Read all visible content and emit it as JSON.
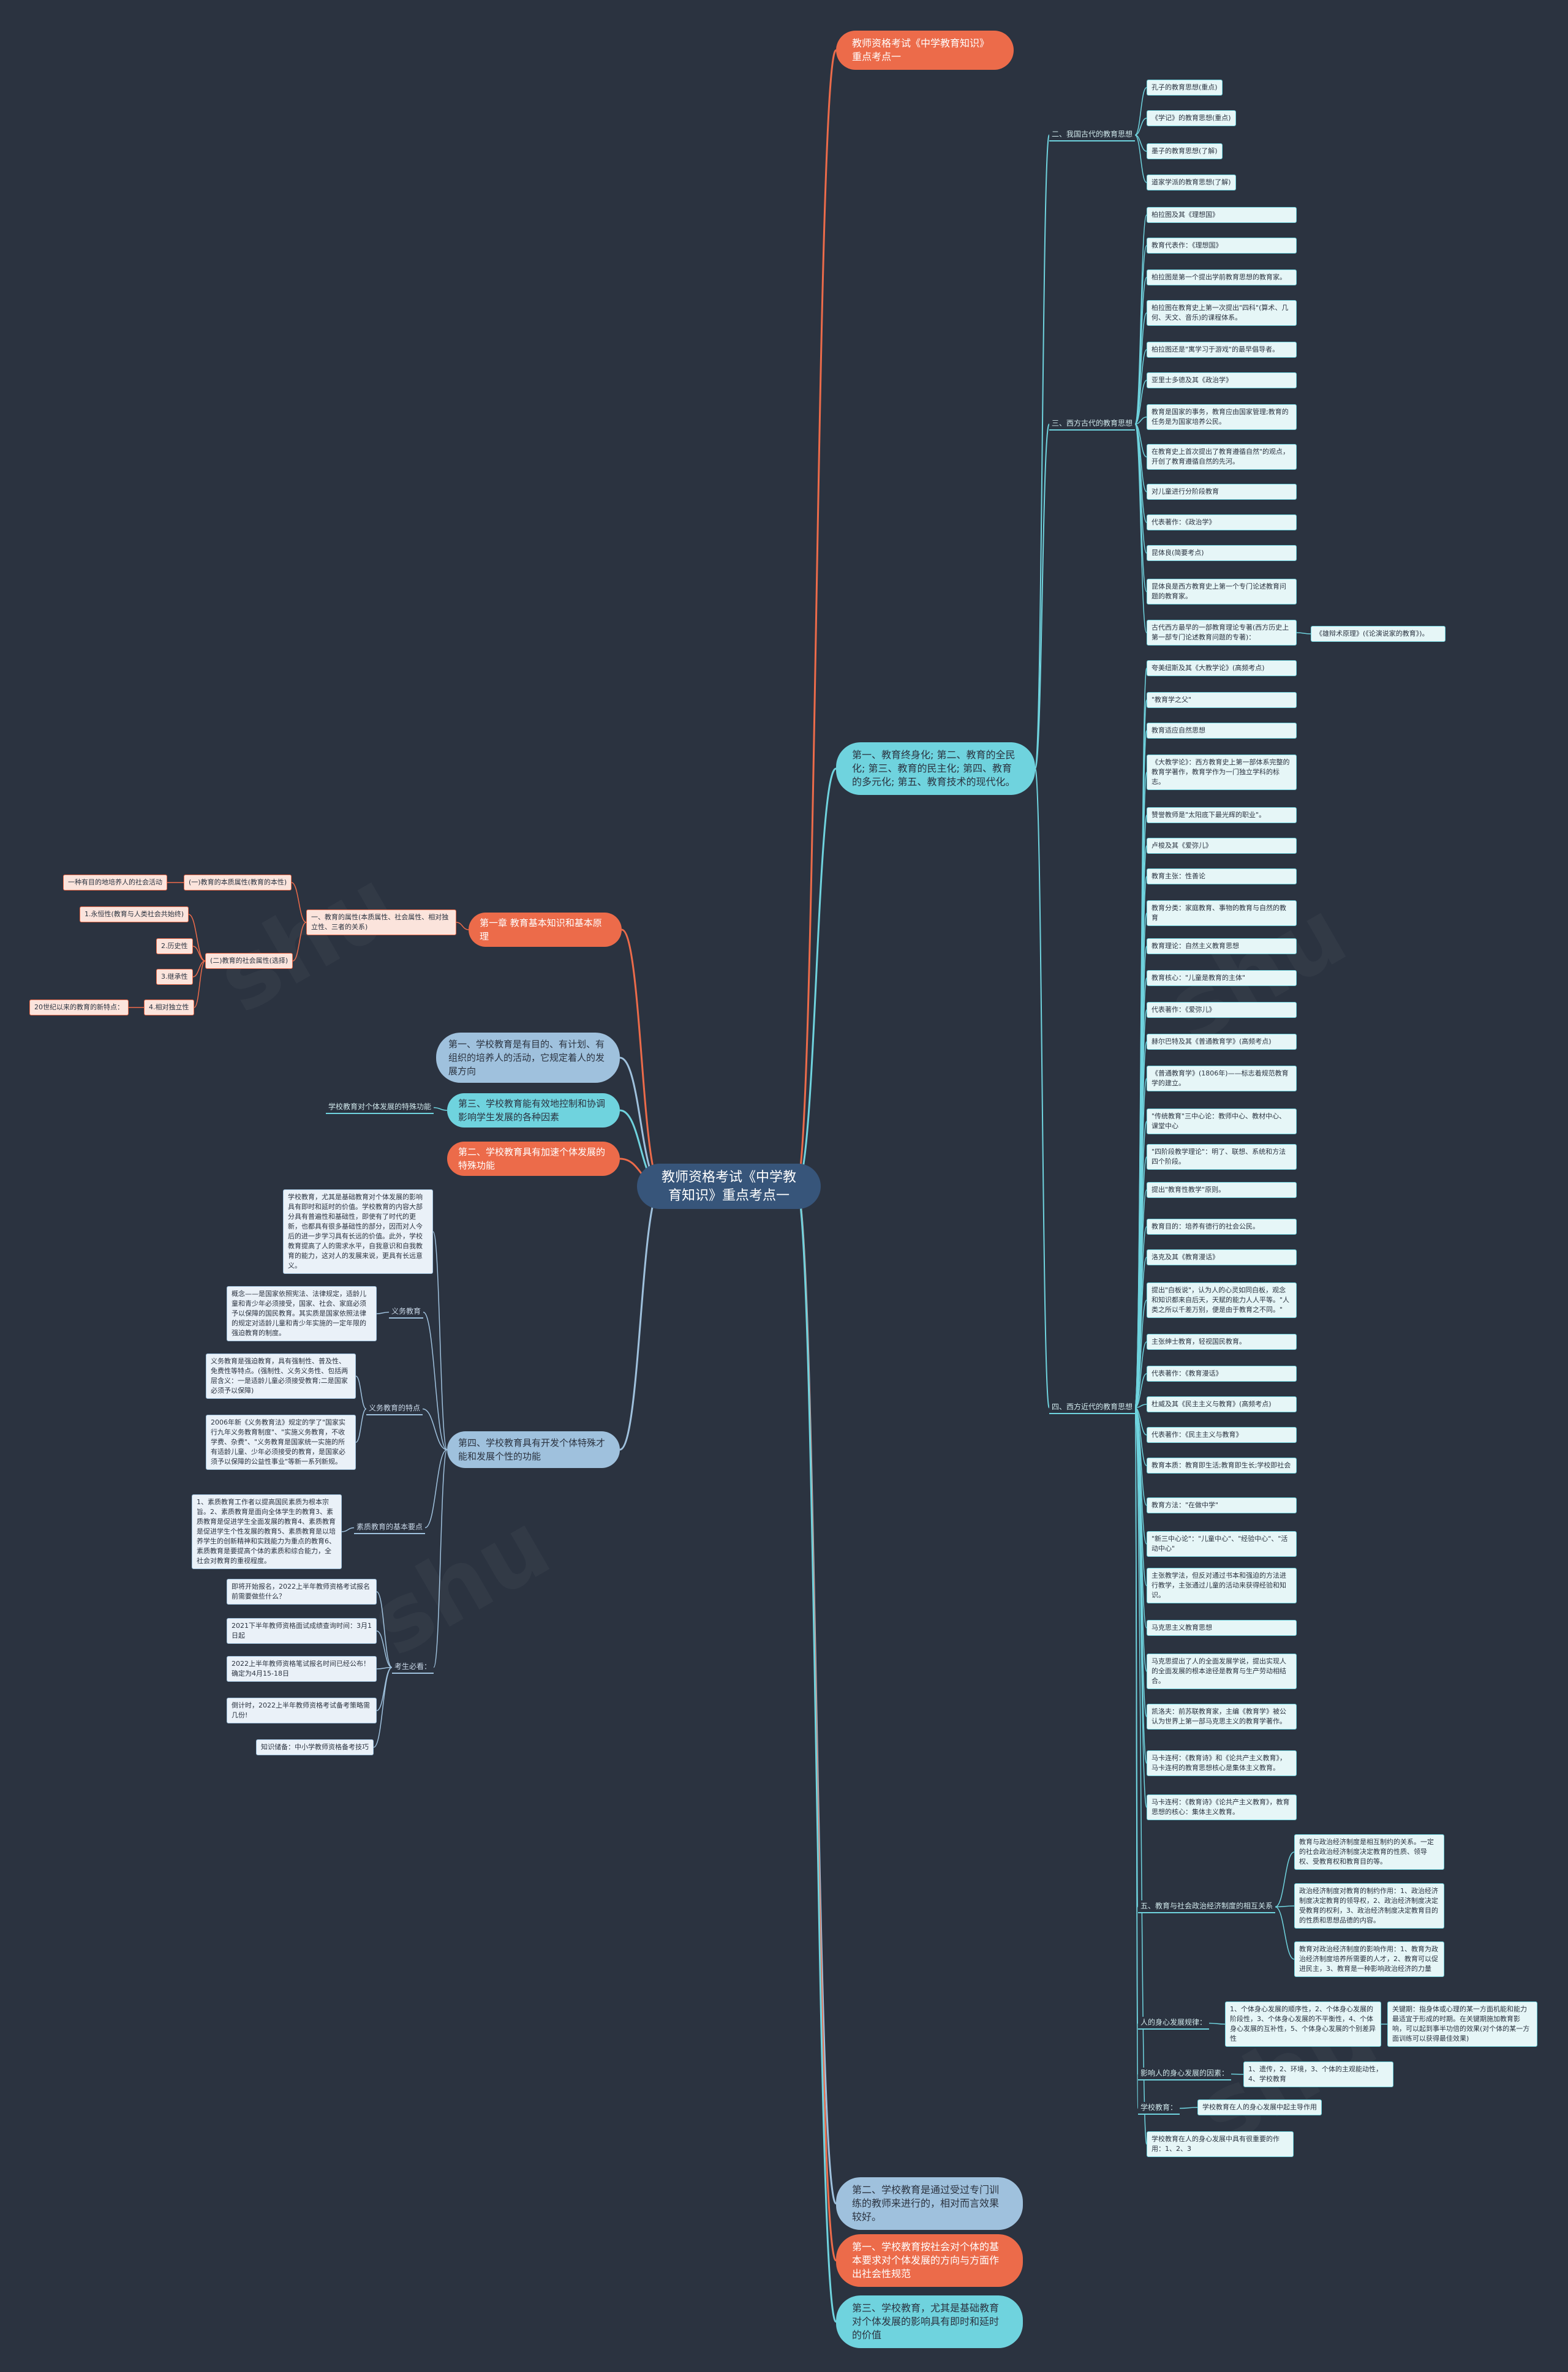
{
  "root": "教师资格考试《中学教育知识》重点考点一",
  "right_top": "教师资格考试《中学教育知识》重点考点一",
  "right_mid": "第一、教育终身化; 第二、教育的全民化; 第三、教育的民主化; 第四、教育的多元化; 第五、教育技术的现代化。",
  "right_bot": [
    "第二、学校教育是通过受过专门训练的教师来进行的，相对而言效果较好。",
    "第一、学校教育按社会对个体的基本要求对个体发展的方向与方面作出社会性规范",
    "第三、学校教育，尤其是基础教育对个体发展的影响具有即时和延时的价值"
  ],
  "china": {
    "label": "二、我国古代的教育思想",
    "items": [
      "孔子的教育思想(重点)",
      "《学记》的教育思想(重点)",
      "墨子的教育思想(了解)",
      "道家学派的教育思想(了解)"
    ]
  },
  "west_ancient": {
    "label": "三、西方古代的教育思想",
    "items": [
      "柏拉图及其《理想国》",
      "教育代表作：《理想国》",
      "柏拉图是第一个提出学前教育思想的教育家。",
      "柏拉图在教育史上第一次提出\"四科\"(算术、几何、天文、音乐)的课程体系。",
      "柏拉图还是\"寓学习于游戏\"的最早倡导者。",
      "亚里士多德及其《政治学》",
      "教育是国家的事务，教育应由国家管理;教育的任务是为国家培养公民。",
      "在教育史上首次提出了教育遵循自然\"的观点，开创了教育遵循自然的先河。",
      "对儿童进行分阶段教育",
      "代表著作：《政治学》",
      "昆体良(简要考点)",
      "昆体良是西方教育史上第一个专门论述教育问题的教育家。",
      "古代西方最早的一部教育理论专著(西方历史上第一部专门论述教育问题的专著)："
    ],
    "extra": "《雄辩术原理》(《论演说家的教育》)。"
  },
  "west_modern": {
    "label": "四、西方近代的教育思想",
    "items": [
      "夸美纽斯及其《大教学论》(高频考点)",
      "\"教育学之父\"",
      "教育适应自然思想",
      "《大教学论》：西方教育史上第一部体系完整的教育学著作，教育学作为一门独立学科的标志。",
      "赞誉教师是\"太阳底下最光辉的职业\"。",
      "卢梭及其《爱弥儿》",
      "教育主张：性善论",
      "教育分类：家庭教育、事物的教育与自然的教育",
      "教育理论：自然主义教育思想",
      "教育核心：\"儿童是教育的主体\"",
      "代表著作：《爱弥儿》",
      "赫尔巴特及其《普通教育学》(高频考点)",
      "《普通教育学》(1806年)——标志着规范教育学的建立。",
      "\"传统教育\"三中心论：教师中心、教材中心、课堂中心",
      "\"四阶段教学理论\"：明了、联想、系统和方法四个阶段。",
      "提出\"教育性教学\"原则。",
      "教育目的：培养有德行的社会公民。",
      "洛克及其《教育漫话》",
      "提出\"白板说\"，认为人的心灵如同白板，观念和知识都来自后天，天赋的能力人人平等。\"人类之所以千差万别，便是由于教育之不同。\"",
      "主张绅士教育，轻视国民教育。",
      "代表著作：《教育漫话》",
      "杜威及其《民主主义与教育》(高频考点)",
      "代表著作：《民主主义与教育》",
      "教育本质：教育即生活;教育即生长;学校即社会",
      "教育方法：\"在做中学\"",
      "\"新三中心论\"：\"儿童中心\"、\"经验中心\"、\"活动中心\"",
      "主张教学法，但反对通过书本和强迫的方法进行教学，主张通过儿童的活动来获得经验和知识。",
      "马克思主义教育思想",
      "马克思提出了人的全面发展学说，提出实现人的全面发展的根本途径是教育与生产劳动相结合。",
      "凯洛夫：前苏联教育家，主编《教育学》被公认为世界上第一部马克思主义的教育学著作。",
      "马卡连柯：《教育诗》和《论共产主义教育》，马卡连柯的教育思想核心是集体主义教育。",
      "马卡连柯：《教育诗》《论共产主义教育》，教育思想的核心：集体主义教育。"
    ],
    "econ_label": "五、教育与社会政治经济制度的相互关系",
    "econ_items": [
      "教育与政治经济制度是相互制约的关系。一定的社会政治经济制度决定教育的性质、领导权、受教育权和教育目的等。",
      "政治经济制度对教育的制约作用：1、政治经济制度决定教育的领导权，2、政治经济制度决定受教育的权利，3、政治经济制度决定教育目的的性质和思想品德的内容。",
      "教育对政治经济制度的影响作用：1、教育为政治经济制度培养所需要的人才，2、教育可以促进民主，3、教育是一种影响政治经济的力量"
    ],
    "phys_label": "人的身心发展规律：",
    "phys_item": "1、个体身心发展的顺序性，2、个体身心发展的阶段性，3、个体身心发展的不平衡性，4、个体身心发展的互补性，5、个体身心发展的个别差异性",
    "phys_extra": "关键期：指身体或心理的某一方面机能和能力最适宜于形成的时期。在关键期施加教育影响，可以起到事半功倍的效果(对个体的某一方面训练可以获得最佳效果)",
    "factor_label": "影响人的身心发展的因素：",
    "factor_item": "1、遗传，2、环境，3、个体的主观能动性，4、学校教育",
    "school_label": "学校教育：",
    "school_item": "学校教育在人的身心发展中起主导作用",
    "last": "学校教育在人的身心发展中具有很重要的作用：1、2、3"
  },
  "left_ch1": {
    "label": "第一章 教育基本知识和基本原理",
    "sub": "一、教育的属性(本质属性、社会属性、相对独立性、三者的关系)",
    "b1": "(一)教育的本质属性(教育的本性)",
    "b1_leaf": "一种有目的地培养人的社会活动",
    "b2": "(二)教育的社会属性(选择)",
    "b2_items": [
      "1.永恒性(教育与人类社会共始终)",
      "2.历史性",
      "3.继承性",
      "4.相对独立性"
    ],
    "b2_extra": "20世纪以来的教育的新特点："
  },
  "left_main": [
    "第一、学校教育是有目的、有计划、有组织的培养人的活动，它规定着人的发展方向",
    "第三、学校教育能有效地控制和协调影响学生发展的各种因素",
    "第二、学校教育具有加速个体发展的特殊功能"
  ],
  "left_small": "学校教育对个体发展的特殊功能",
  "left_ch4": {
    "label": "第四、学校教育具有开发个体特殊才能和发展个性的功能",
    "top_leaf": "学校教育，尤其是基础教育对个体发展的影响具有即时和延时的价值。学校教育的内容大部分具有普遍性和基础性，即使有了时代的更新，也都具有很多基础性的部分，因而对人今后的进一步学习具有长远的价值。此外，学校教育提高了人的需求水平，自我意识和自我教育的能力，这对人的发展来说，更具有长远意义。",
    "yiwu_label": "义务教育",
    "yiwu_leaf": "概念——是国家依照宪法、法律规定，适龄儿童和青少年必须接受，国家、社会、家庭必须予以保障的国民教育。其实质是国家依照法律的规定对适龄儿童和青少年实施的一定年限的强迫教育的制度。",
    "tedian_label": "义务教育的特点",
    "tedian_leaf1": "义务教育是强迫教育，具有强制性、普及性、免费性等特点。(强制性、义务义务性、包括两层含义：一是适龄儿童必须接受教育;二是国家必须予以保障)",
    "tedian_leaf2": "2006年新《义务教育法》规定的学了\"国家实行九年义务教育制度\"、\"实施义务教育，不收学费、杂费\"、\"义务教育是国家统一实施的所有适龄儿童、少年必须接受的教育，是国家必须予以保障的公益性事业\"等新一系列新规。",
    "jiben_label": "素质教育的基本要点",
    "jiben_leaf": "1、素质教育工作者以提高国民素质为根本宗旨。2、素质教育是面向全体学生的教育3、素质教育是促进学生全面发展的教育4、素质教育是促进学生个性发展的教育5、素质教育是以培养学生的创新精神和实践能力为重点的教育6、素质教育是要提高个体的素质和综合能力，全社会对教育的重视程度。",
    "kaosheng_label": "考生必看：",
    "kaosheng_items": [
      "即将开始报名，2022上半年教师资格考试报名前需要做些什么？",
      "2021下半年教师资格面试成绩查询时间：3月1日起",
      "2022上半年教师资格笔试报名时间已经公布！确定为4月15-18日",
      "倒计时，2022上半年教师资格考试备考策略需几份!",
      "知识储备：中小学教师资格备考技巧"
    ]
  },
  "colors": {
    "background": "#2b3340",
    "root": "#37557a",
    "orange": "#ec6b4a",
    "teal": "#6fd3de",
    "blue": "#9fc1dd"
  }
}
